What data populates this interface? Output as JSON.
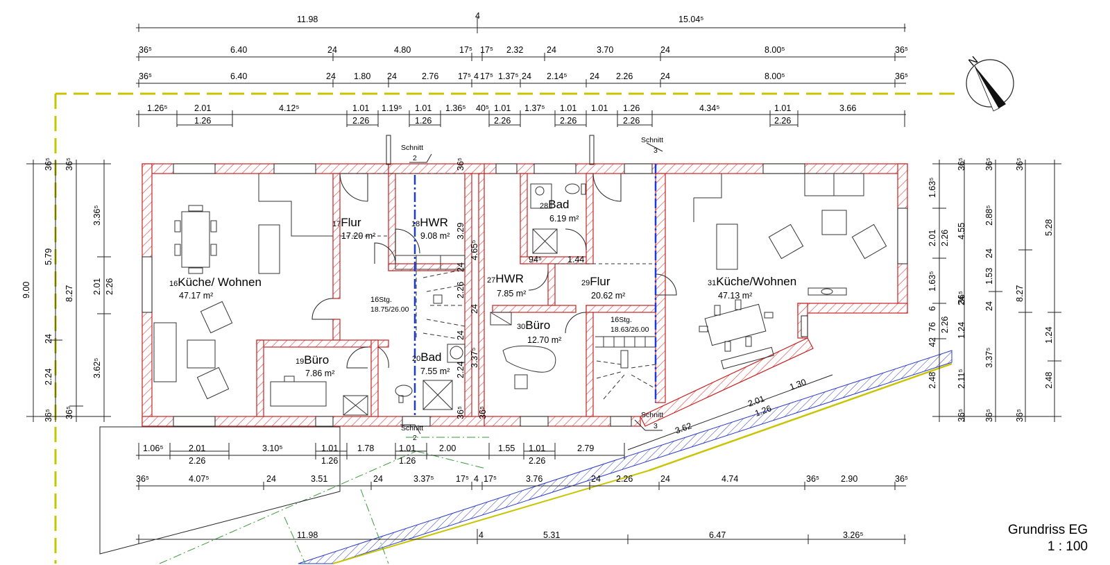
{
  "title": "Grundriss EG",
  "scale": "1 : 100",
  "compass": {
    "letter": "N"
  },
  "rooms": {
    "r16": {
      "num": "16",
      "name": "Küche/ Wohnen",
      "area": "47.17 m²"
    },
    "r17": {
      "num": "17",
      "name": "Flur",
      "area": "17.20 m²"
    },
    "r18": {
      "num": "18",
      "name": "HWR",
      "area": "9.08 m²"
    },
    "r19": {
      "num": "19",
      "name": "Büro",
      "area": "7.86 m²"
    },
    "r20": {
      "num": "20",
      "name": "Bad",
      "area": "7.55 m²"
    },
    "r27": {
      "num": "27",
      "name": "HWR",
      "area": "7.85 m²"
    },
    "r28": {
      "num": "28",
      "name": "Bad",
      "area": "6.19 m²"
    },
    "r29": {
      "num": "29",
      "name": "Flur",
      "area": "20.62 m²"
    },
    "r30": {
      "num": "30",
      "name": "Büro",
      "area": "12.70 m²"
    },
    "r31": {
      "num": "31",
      "name": "Küche/Wohnen",
      "area": "47.13 m²"
    }
  },
  "stairs": {
    "s1": {
      "num": "16",
      "label": "Stg.",
      "value": "18.75/26.00"
    },
    "s2": {
      "num": "16",
      "label": "Stg.",
      "value": "18.63/26.00"
    }
  },
  "sections": {
    "sec2_top": {
      "label": "Schnitt",
      "num": "2"
    },
    "sec3_top": {
      "label": "Schnitt",
      "num": "3"
    },
    "sec2_bot": {
      "label": "Schnitt",
      "num": "2"
    },
    "sec3_bot": {
      "label": "Schnitt",
      "num": "3"
    }
  },
  "dims_top": {
    "row1": [
      "11.98",
      "4",
      "15.04⁵"
    ],
    "row2": [
      "36⁵",
      "6.40",
      "24",
      "4.80",
      "17⁵",
      "17⁵",
      "2.32",
      "24",
      "3.70",
      "24",
      "8.00⁵",
      "36⁵"
    ],
    "row3": [
      "36⁵",
      "6.40",
      "24",
      "1.80",
      "24",
      "2.76",
      "17⁵",
      "4",
      "17⁵",
      "1.37⁵",
      "24",
      "2.14⁵",
      "24",
      "2.26",
      "24",
      "8.00⁵",
      "36⁵"
    ],
    "row4": [
      "1.26⁵",
      "2.01",
      "4.12⁵",
      "1.01",
      "1.19⁵",
      "1.01",
      "1.36⁵",
      "40⁵",
      "1.01",
      "1.37⁵",
      "1.01",
      "1.01",
      "1.26",
      "4.34⁵",
      "1.01",
      "3.66"
    ],
    "row4b": [
      "1.26",
      "2.26",
      "1.26",
      "2.26",
      "2.26",
      "2.26",
      "2.26"
    ]
  },
  "dims_bottom": {
    "row1": [
      "1.06⁵",
      "2.01",
      "3.10⁵",
      "1.01",
      "1.78",
      "1.01",
      "2.00",
      "1.55",
      "1.01",
      "2.79"
    ],
    "row1b": [
      "2.26",
      "1.26",
      "1.26",
      "2.26"
    ],
    "row2": [
      "36⁵",
      "4.07⁵",
      "24",
      "3.51",
      "24",
      "3.37⁵",
      "17⁵",
      "4",
      "17⁵",
      "3.76",
      "24",
      "2.26",
      "24",
      "4.74",
      "36⁵",
      "2.90",
      "36⁵"
    ],
    "row3": [
      "11.98",
      "4",
      "5.31",
      "6.47",
      "3.26⁵"
    ],
    "slope": [
      "3.62",
      "2.01",
      "1.26",
      "1.30"
    ]
  },
  "dims_left": {
    "outer": "9.00",
    "col2": [
      "5.79",
      "24",
      "2.24",
      "36⁵"
    ],
    "col3": [
      "8.27",
      "36⁵"
    ],
    "col4": [
      "3.36⁵",
      "2.01",
      "3.62⁵"
    ],
    "col5": [
      "2.26"
    ]
  },
  "dims_right": {
    "col1": [
      "1.63⁵",
      "2.01",
      "1.63⁵",
      "6",
      "42",
      "76",
      "2.48"
    ],
    "col2": [
      "2.26",
      "2.26"
    ],
    "col3": [
      "36⁵",
      "4.55",
      "24",
      "1.24",
      "2.11⁵",
      "36⁵"
    ],
    "col4": [
      "36⁵",
      "2.88⁵",
      "24",
      "1.53",
      "36⁵",
      "24",
      "3.37⁵",
      "36⁵"
    ],
    "col5": [
      "36⁵",
      "5.28",
      "8.27",
      "1.24",
      "2.48",
      "36⁵"
    ]
  },
  "dims_inner": [
    "3.29",
    "4.65⁵",
    "24",
    "2.26",
    "24",
    "2.24",
    "3.37⁵",
    "24",
    "36⁵",
    "36⁵",
    "36⁵",
    "94⁵",
    "1.44"
  ],
  "colors": {
    "wall_hatch": "#e04848",
    "section_line": "#1a3adc",
    "property_line": "#c8c400",
    "grid_green": "#3a9a3a",
    "terrain_blue": "#2a3ac8"
  }
}
